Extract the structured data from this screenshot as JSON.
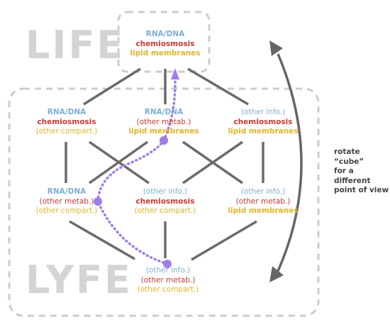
{
  "labels": {
    "life": "LIFE",
    "lyfe": "LYFE"
  },
  "note": [
    "rotate “cube”",
    "for a different",
    "point of view"
  ],
  "nodes": {
    "top": [
      "RNA/DNA",
      "chemiosmosis",
      "lipid membranes"
    ],
    "mid_left": [
      "RNA/DNA",
      "chemiosmosis",
      "(other compart.)"
    ],
    "mid_center": [
      "RNA/DNA",
      "(other metab.)",
      "lipid membranes"
    ],
    "mid_right": [
      "(other info.)",
      "chemiosmosis",
      "lipid membranes"
    ],
    "low_left": [
      "RNA/DNA",
      "(other metab.)",
      "(other compart.)"
    ],
    "low_center": [
      "(other info.)",
      "chemiosmosis",
      "(other compart.)"
    ],
    "low_right": [
      "(other info.)",
      "(other metab.)",
      "lipid membranes"
    ],
    "bottom": [
      "(other info.)",
      "(other metab.)",
      "(other compart.)"
    ]
  },
  "colors": {
    "info": "#7eaed3",
    "metabolism": "#c83a33",
    "compartment": "#e0b52a",
    "path": "#a07ce8",
    "edge": "#6b6b6b",
    "boundary": "#cccccc",
    "arrow": "#666666"
  }
}
